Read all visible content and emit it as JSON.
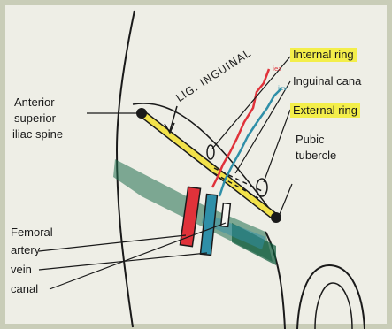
{
  "labels": {
    "anterior_superior": [
      "Anterior",
      "superior",
      "iliac spine"
    ],
    "femoral": [
      "Femoral",
      "artery",
      "vein",
      "canal"
    ],
    "internal_ring": "Internal ring",
    "inguinal_canal": "Inguinal cana",
    "external_ring": "External ring",
    "pubic_tubercle": [
      "Pubic",
      "tubercle"
    ]
  },
  "annotations": {
    "lig_inguinal": "LIG. INGUINAL",
    "iea": "iea",
    "iev": "iev"
  },
  "colors": {
    "ligament": "#f2e24a",
    "highlight": "#f3ee4a",
    "artery_red": "#e0323a",
    "vein_blue": "#2f8fa8",
    "muscle_green": "#1f6e4c",
    "ink": "#1a1a1a"
  }
}
